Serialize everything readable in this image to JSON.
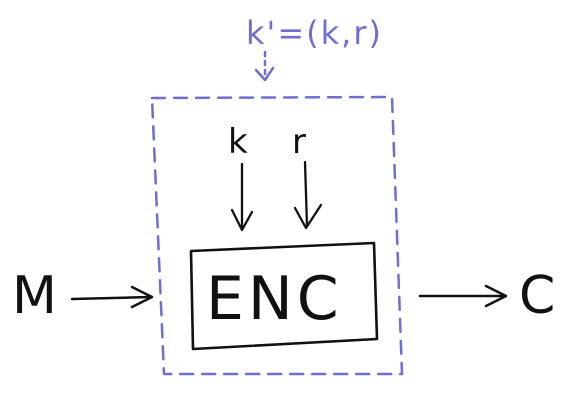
{
  "labels": {
    "key_param": "k'=(k,r)",
    "k": "k",
    "r": "r",
    "enc": "ENC",
    "m": "M",
    "c": "C"
  },
  "colors": {
    "ink": "#111111",
    "highlight": "#6e6fd0",
    "background": "#ffffff"
  }
}
